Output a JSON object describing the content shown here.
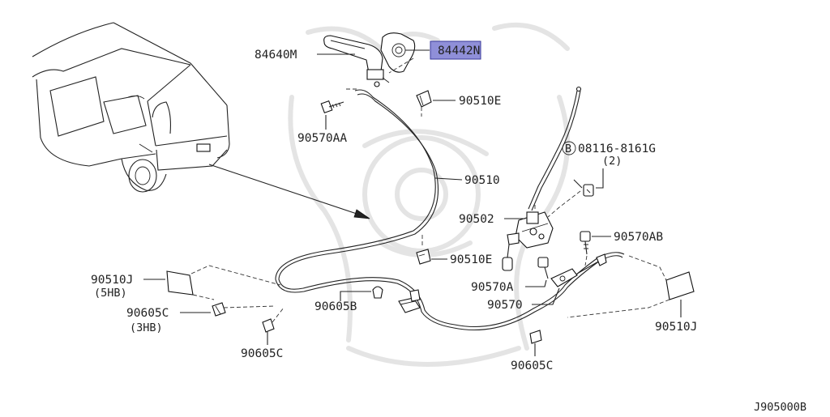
{
  "diagram_id": "J905000B",
  "highlight_color": "#8f8fd8",
  "parts": {
    "p84640M": "84640M",
    "p84442N": "84442N",
    "p90510E_top": "90510E",
    "p90570AA": "90570AA",
    "p08116": "08116-8161G",
    "p08116_bolt_marker": "B",
    "p08116_qty": "(2)",
    "p90510": "90510",
    "p90502": "90502",
    "p90570AB": "90570AB",
    "p90510E_mid": "90510E",
    "p90570A": "90570A",
    "p90570": "90570",
    "p90510J_left": "90510J",
    "p90510J_left_note": "(5HB)",
    "p90605C_left": "90605C",
    "p90605C_left_note": "(3HB)",
    "p90605B": "90605B",
    "p90605C_bottom": "90605C",
    "p90605C_bottom_right": "90605C",
    "p90510J_right": "90510J"
  }
}
